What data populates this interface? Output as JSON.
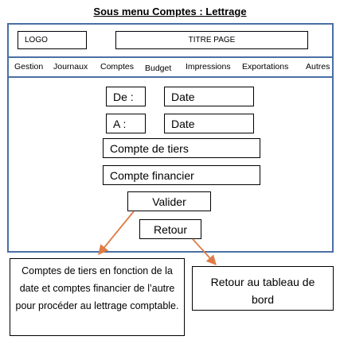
{
  "heading": "Sous menu Comptes : Lettrage",
  "header": {
    "logo": "LOGO",
    "title": "TITRE PAGE"
  },
  "menu": {
    "gestion": "Gestion",
    "journaux": "Journaux",
    "comptes": "Comptes",
    "budget": "Budget",
    "impressions": "Impressions",
    "exportations": "Exportations",
    "autres": "Autres"
  },
  "form": {
    "de_label": "De :",
    "de_value": "Date",
    "a_label": "A :",
    "a_value": "Date",
    "compte_tiers": "Compte de tiers",
    "compte_financier": "Compte financier",
    "valider": "Valider",
    "retour": "Retour"
  },
  "notes": {
    "valider_note": "Comptes de tiers en fonction de la date et comptes financier de l’autre pour procéder au lettrage comptable.",
    "retour_note": "Retour au tableau de bord"
  },
  "colors": {
    "frame": "#4a6fa5",
    "arrow": "#e07b45"
  }
}
